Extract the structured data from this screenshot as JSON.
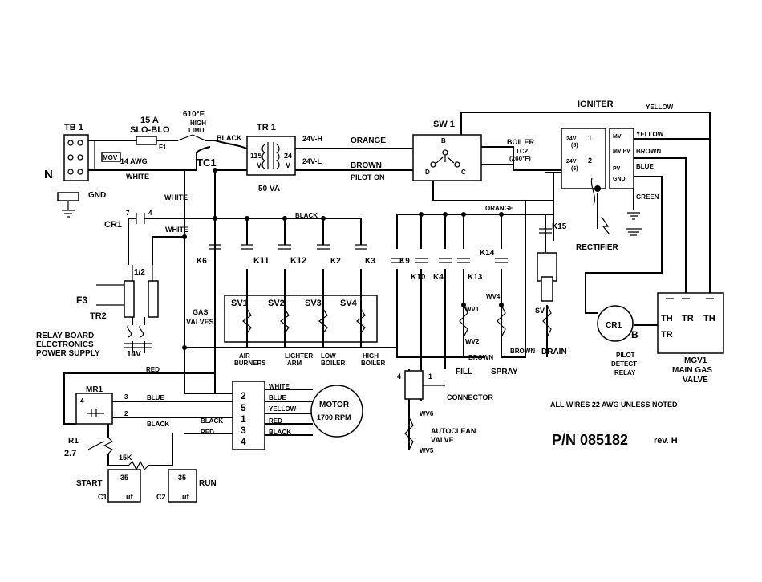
{
  "labels": {
    "tb1": "TB 1",
    "n": "N",
    "gnd": "GND",
    "mov": "MOV",
    "fuse_rating": "15 A",
    "fuse_type": "SLO-BLO",
    "f1": "F1",
    "awg14": "14 AWG",
    "white_a": "WHITE",
    "temp_610": "610°F",
    "high": "HIGH",
    "limit": "LIMIT",
    "tc1": "TC1",
    "black_a": "BLACK",
    "tr1": "TR 1",
    "v115": "115",
    "v_a": "V",
    "v24": "24",
    "v_b": "V",
    "va50": "50 VA",
    "v24h": "24V-H",
    "v24l": "24V-L",
    "orange_a": "ORANGE",
    "brown_a": "BROWN",
    "pilot_on": "PILOT ON",
    "sw1": "SW 1",
    "sw_b": "B",
    "sw_d": "D",
    "sw_c": "C",
    "igniter": "IGNITER",
    "yellow_top": "YELLOW",
    "boiler": "BOILER",
    "tc2": "TC2",
    "temp_260": "(260°F)",
    "ig_24v_5": "24V",
    "ig_5": "(5)",
    "ig_1": "1",
    "ig_24v_6": "24V",
    "ig_6": "(6)",
    "ig_2": "2",
    "mv": "MV",
    "mvpv": "MV PV",
    "pv": "PV",
    "gnd_small": "GND",
    "yellow_r": "YELLOW",
    "brown_r": "BROWN",
    "blue_r": "BLUE",
    "green_r": "GREEN",
    "white_b": "WHITE",
    "white_c": "WHITE",
    "cr1": "CR1",
    "t7": "7",
    "t4": "4",
    "black_b": "BLACK",
    "orange_b": "ORANGE",
    "k15": "K15",
    "rectifier": "RECTIFIER",
    "half": "1/2",
    "k6": "K6",
    "k11": "K11",
    "k12": "K12",
    "k2": "K2",
    "k3": "K3",
    "k9": "K9",
    "k10": "K10",
    "k4": "K4",
    "k13": "K13",
    "k14": "K14",
    "f3": "F3",
    "tr2": "TR2",
    "relay_board": "RELAY BOARD",
    "electronics": "ELECTRONICS",
    "power_supply": "POWER SUPPLY",
    "v14": "14V",
    "red_a": "RED",
    "gas": "GAS",
    "valves": "VALVES",
    "sv1": "SV1",
    "sv2": "SV2",
    "sv3": "SV3",
    "sv4": "SV4",
    "air": "AIR",
    "burners": "BURNERS",
    "lighter": "LIGHTER",
    "arm": "ARM",
    "low": "LOW",
    "boiler_low": "BOILER",
    "high2": "HIGH",
    "boiler_high": "BOILER",
    "wv1": "WV1",
    "wv2": "WV2",
    "wv4": "WV4",
    "sv": "SV",
    "brown_b": "BROWN",
    "brown_c": "BROWN",
    "fill": "FILL",
    "spray": "SPRAY",
    "drain": "DRAIN",
    "cr1_circle": "CR1",
    "b_term": "B",
    "pilot": "PILOT",
    "detect": "DETECT",
    "relay": "RELAY",
    "th1": "TH",
    "tr": "TR",
    "th2": "TH",
    "tr_b": "TR",
    "mgv1": "MGV1",
    "main_gas": "MAIN GAS",
    "valve": "VALVE",
    "mr1": "MR1",
    "mr_4": "4",
    "mr_3": "3",
    "mr_2": "2",
    "blue_a": "BLUE",
    "black_c": "BLACK",
    "r1": "R1",
    "r1_val": "2.7",
    "k15_res": "15K",
    "start": "START",
    "run": "RUN",
    "c1_val": "35",
    "c2_val": "35",
    "c1": "C1",
    "c2": "C2",
    "uf1": "uf",
    "uf2": "uf",
    "red_b": "RED",
    "mt_2": "2",
    "mt_5": "5",
    "mt_1": "1",
    "mt_3": "3",
    "mt_4": "4",
    "w_white": "WHITE",
    "w_blue": "BLUE",
    "w_yellow": "YELLOW",
    "w_black": "BLACK",
    "w_red": "RED",
    "w_black2": "BLACK",
    "motor": "MOTOR",
    "rpm": "1700 RPM",
    "c_4": "4",
    "c_1": "1",
    "connector": "CONNECTOR",
    "wv6": "WV6",
    "autoclean": "AUTOCLEAN",
    "valve2": "VALVE",
    "wv5": "WV5",
    "all_wires": "ALL WIRES 22 AWG UNLESS NOTED",
    "pn": "P/N 085182",
    "rev": "rev. H"
  }
}
